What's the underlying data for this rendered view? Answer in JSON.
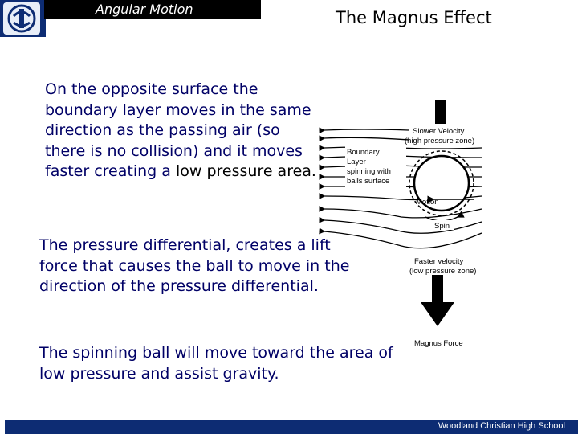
{
  "header": {
    "section_title": "Angular Motion",
    "slide_title": "The Magnus Effect"
  },
  "content": {
    "paragraph1": "On the opposite surface the boundary layer moves in the same direction as the passing air (so there is no collision) and it moves faster creating a",
    "paragraph1_end": "low pressure area.",
    "paragraph2": "The pressure differential, creates a lift force that causes the ball to move in the direction of the pressure differential.",
    "paragraph3": "The spinning ball will move toward the area of low pressure and assist gravity."
  },
  "diagram": {
    "slower_velocity": "Slower Velocity",
    "high_pressure": "(high pressure zone)",
    "boundary_1": "Boundary",
    "boundary_2": "Layer",
    "boundary_3": "spinning with",
    "boundary_4": "balls surface",
    "motion": "Motion",
    "spin": "Spin",
    "faster_velocity": "Faster velocity",
    "low_pressure": "(low pressure zone)",
    "magnus_force": "Magnus Force"
  },
  "footer": {
    "school": "Woodland Christian High School"
  },
  "colors": {
    "navy": "#0d2c73",
    "body_text": "#000066"
  }
}
